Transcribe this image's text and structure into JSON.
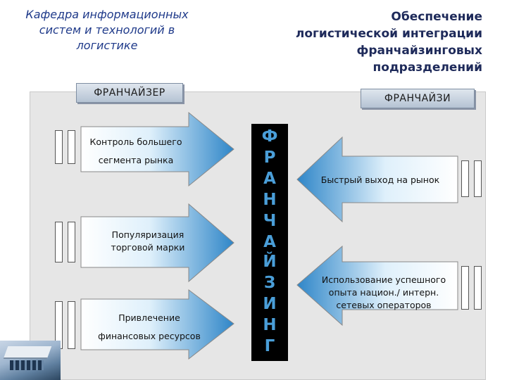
{
  "header": {
    "department_lines": [
      "Кафедра информационных",
      "систем и технологий в",
      "логистике"
    ],
    "title_lines": [
      "Обеспечение",
      "логистической интеграции",
      "франчайзинговых",
      "подразделений"
    ]
  },
  "tags": {
    "franchisor": "ФРАНЧАЙЗЕР",
    "franchisee": "ФРАНЧАЙЗИ"
  },
  "left_arrows": [
    {
      "lines": [
        "Контроль большего",
        "сегмента рынка"
      ]
    },
    {
      "lines": [
        "Популяризация",
        "торговой марки"
      ]
    },
    {
      "lines": [
        "Привлечение",
        "финансовых ресурсов"
      ]
    }
  ],
  "right_arrows": [
    {
      "lines": [
        "Быстрый выход на рынок"
      ]
    },
    {
      "lines": [
        "Использование успешного",
        "опыта национ./ интерн.",
        "сетевых операторов"
      ]
    }
  ],
  "center_letters": [
    "Ф",
    "Р",
    "А",
    "Н",
    "Ч",
    "А",
    "Й",
    "З",
    "И",
    "Н",
    "Г"
  ],
  "colors": {
    "arrow_light": "#dff0fb",
    "arrow_dark": "#2f86c8",
    "letters": "#4a9ed8"
  }
}
